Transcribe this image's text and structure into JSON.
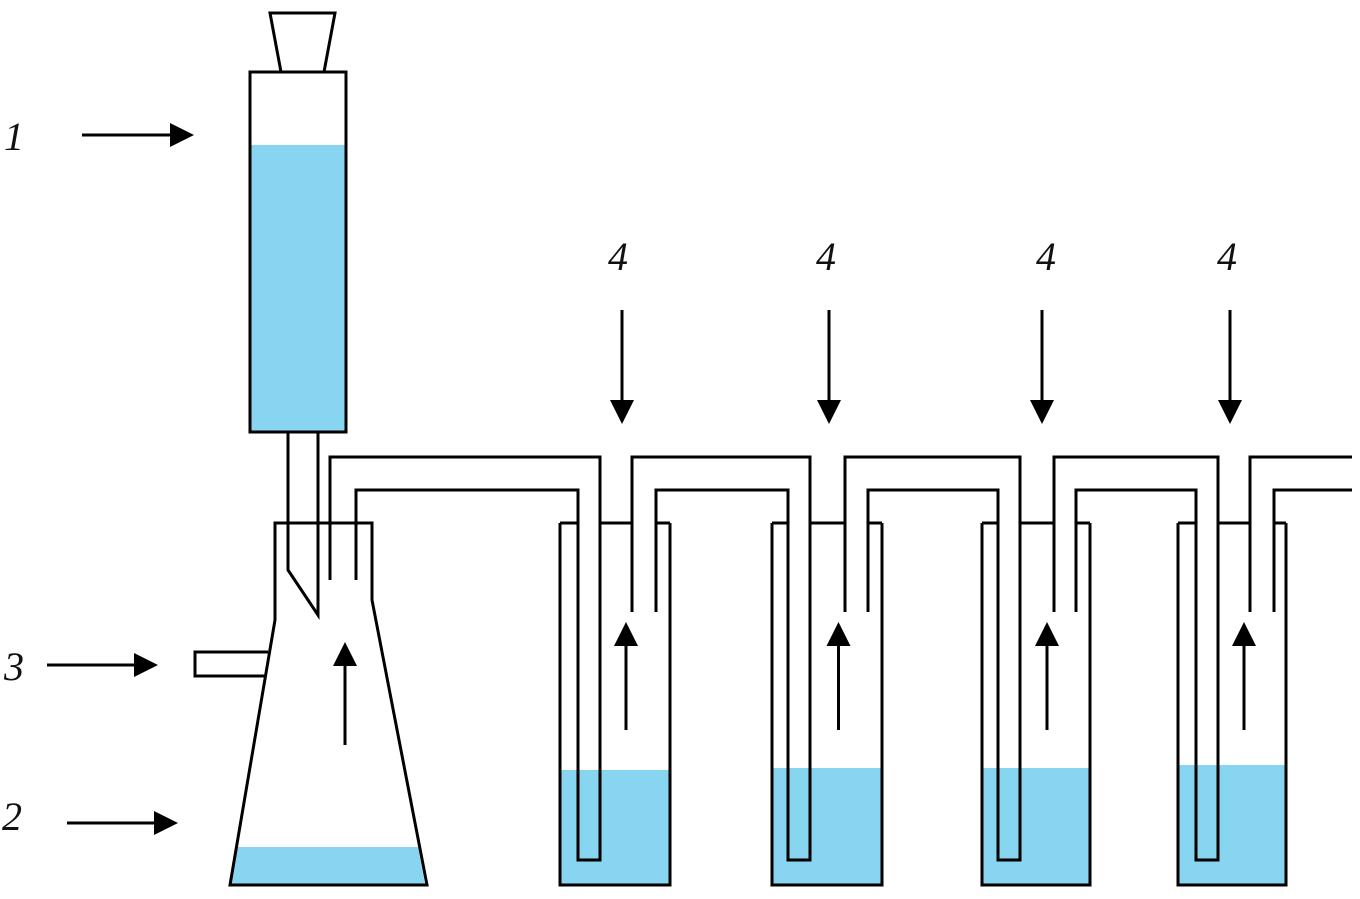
{
  "labels": {
    "funnel": "1",
    "flask": "2",
    "side_arm": "3",
    "absorbers": [
      "4",
      "4",
      "4",
      "4"
    ]
  },
  "colors": {
    "liquid": "#87d5f0",
    "line": "#000000"
  }
}
